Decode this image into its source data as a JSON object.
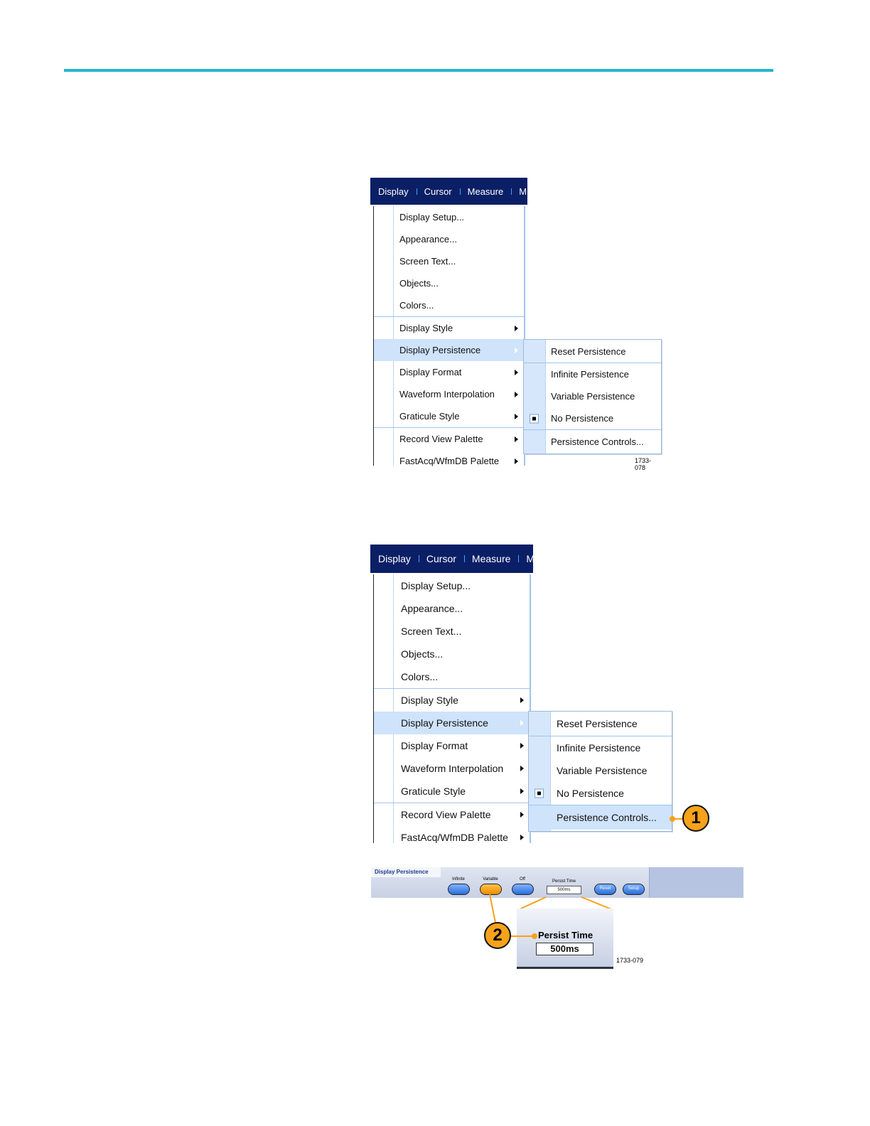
{
  "header_rule_color": "#22b7cf",
  "menubar": {
    "items": [
      "Display",
      "Cursor",
      "Measure",
      "M"
    ]
  },
  "display_menu": {
    "items": [
      {
        "label": "Display Setup...",
        "submenu": false
      },
      {
        "label": "Appearance...",
        "submenu": false
      },
      {
        "label": "Screen Text...",
        "submenu": false
      },
      {
        "label": "Objects...",
        "submenu": false
      },
      {
        "label": "Colors...",
        "submenu": false
      },
      {
        "label": "Display Style",
        "submenu": true
      },
      {
        "label": "Display Persistence",
        "submenu": true,
        "highlighted": true
      },
      {
        "label": "Display Format",
        "submenu": true
      },
      {
        "label": "Waveform Interpolation",
        "submenu": true
      },
      {
        "label": "Graticule Style",
        "submenu": true
      },
      {
        "label": "Record View Palette",
        "submenu": true
      },
      {
        "label": "FastAcq/WfmDB Palette",
        "submenu": true
      }
    ]
  },
  "persistence_submenu": {
    "items": [
      {
        "label": "Reset Persistence",
        "checked": false
      },
      {
        "label": "Infinite Persistence",
        "checked": false
      },
      {
        "label": "Variable Persistence",
        "checked": false
      },
      {
        "label": "No Persistence",
        "checked": true
      },
      {
        "label": "Persistence Controls...",
        "checked": false
      }
    ]
  },
  "figure_ids": {
    "top": "1733-078",
    "bottom": "1733-079"
  },
  "callouts": {
    "one": "1",
    "two": "2"
  },
  "callout_color": "#f6a21a",
  "palette": {
    "title": "Display Persistence",
    "infinite_label": "Infinite",
    "variable_label": "Variable",
    "off_label": "Off",
    "persist_time_label": "Persist Time",
    "persist_time_value": "500ms",
    "reset_label": "Reset",
    "setup_label": "Setup"
  },
  "zoom": {
    "label": "Persist Time",
    "value": "500ms"
  }
}
